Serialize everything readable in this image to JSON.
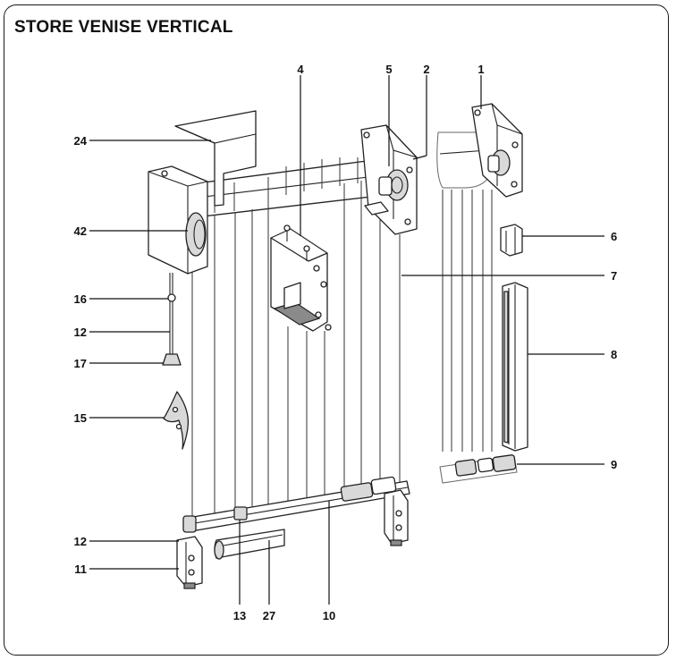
{
  "title": "STORE VENISE VERTICAL",
  "callouts": {
    "c1": "1",
    "c2": "2",
    "c4": "4",
    "c5": "5",
    "c6": "6",
    "c7": "7",
    "c8": "8",
    "c9": "9",
    "c10": "10",
    "c11": "11",
    "c12a": "12",
    "c12b": "12",
    "c13": "13",
    "c15": "15",
    "c16": "16",
    "c17": "17",
    "c24": "24",
    "c27": "27",
    "c42": "42"
  }
}
